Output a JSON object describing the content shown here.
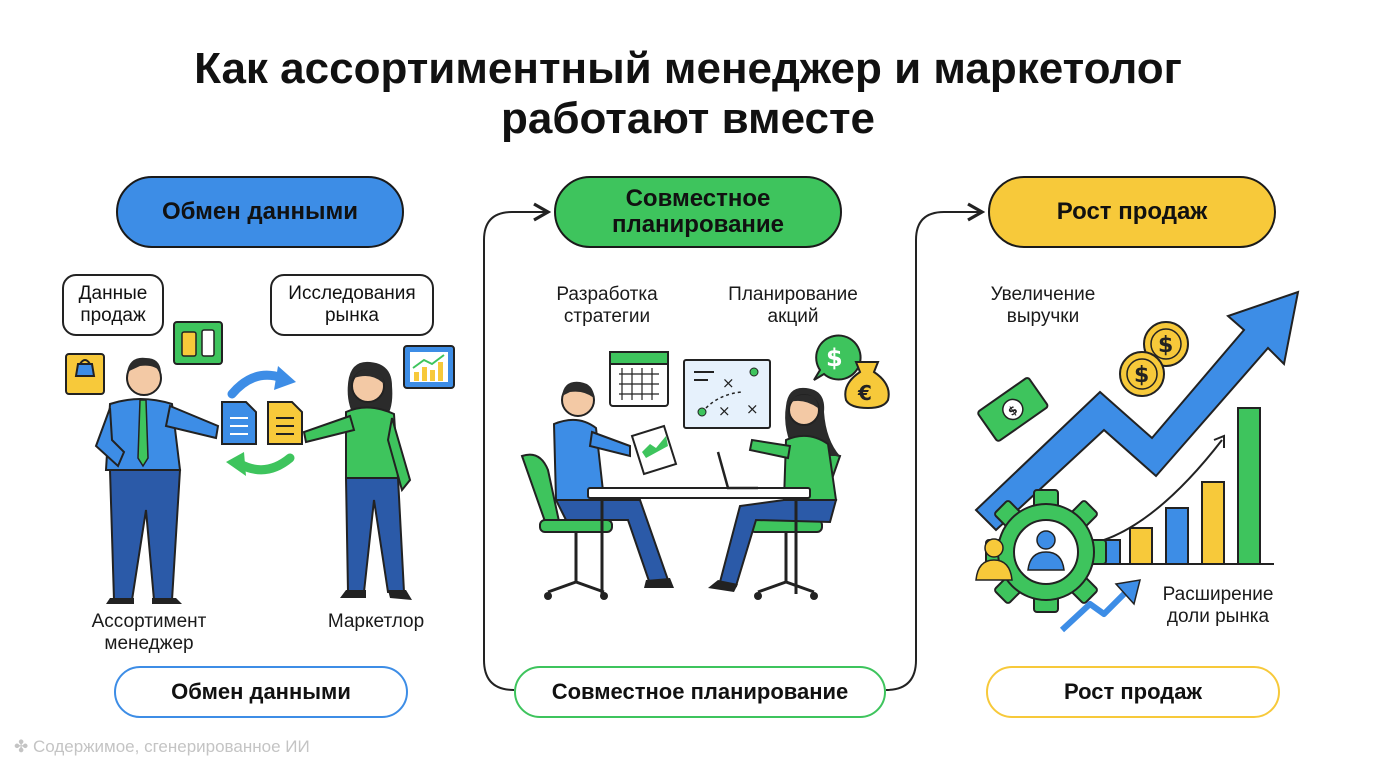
{
  "title": {
    "line1": "Как ассортиментный менеджер и маркетолог",
    "line2": "работают вместе"
  },
  "stages": [
    {
      "heading": "Обмен данными",
      "footer": "Обмен данными",
      "color": "#3d8de6"
    },
    {
      "heading_line1": "Совместное",
      "heading_line2": "планирование",
      "footer": "Совместное планирование",
      "color": "#3ec45d"
    },
    {
      "heading": "Рост продаж",
      "footer": "Рост продаж",
      "color": "#f7c93a"
    }
  ],
  "stage1": {
    "bubble_left": [
      "Данные",
      "продаж"
    ],
    "bubble_right": [
      "Исследования",
      "рынка"
    ],
    "person_left": [
      "Ассортимент",
      "менеджер"
    ],
    "person_right": "Маркетлор"
  },
  "stage2": {
    "label_left": [
      "Разработка",
      "стратегии"
    ],
    "label_right": [
      "Планирование",
      "акций"
    ]
  },
  "stage3": {
    "label_top": [
      "Увеличение",
      "выручки"
    ],
    "label_bottom": [
      "Расширение",
      "доли рынка"
    ]
  },
  "ai_note": "Содержимое, сгенерированное ИИ",
  "icons": [
    "shopping-bag-icon",
    "jars-icon",
    "bar-chart-icon",
    "document-icon",
    "swap-arrows-icon",
    "calendar-icon",
    "tablet-chart-icon",
    "strategy-board-icon",
    "dollar-bubble-icon",
    "euro-bag-icon",
    "banknote-icon",
    "coins-icon",
    "growth-arrow-icon",
    "gear-icon",
    "user-icon",
    "small-arrow-icon"
  ],
  "colors": {
    "blue": "#3d8de6",
    "green": "#3ec45d",
    "yellow": "#f7c93a",
    "dark": "#1a1a1a"
  }
}
